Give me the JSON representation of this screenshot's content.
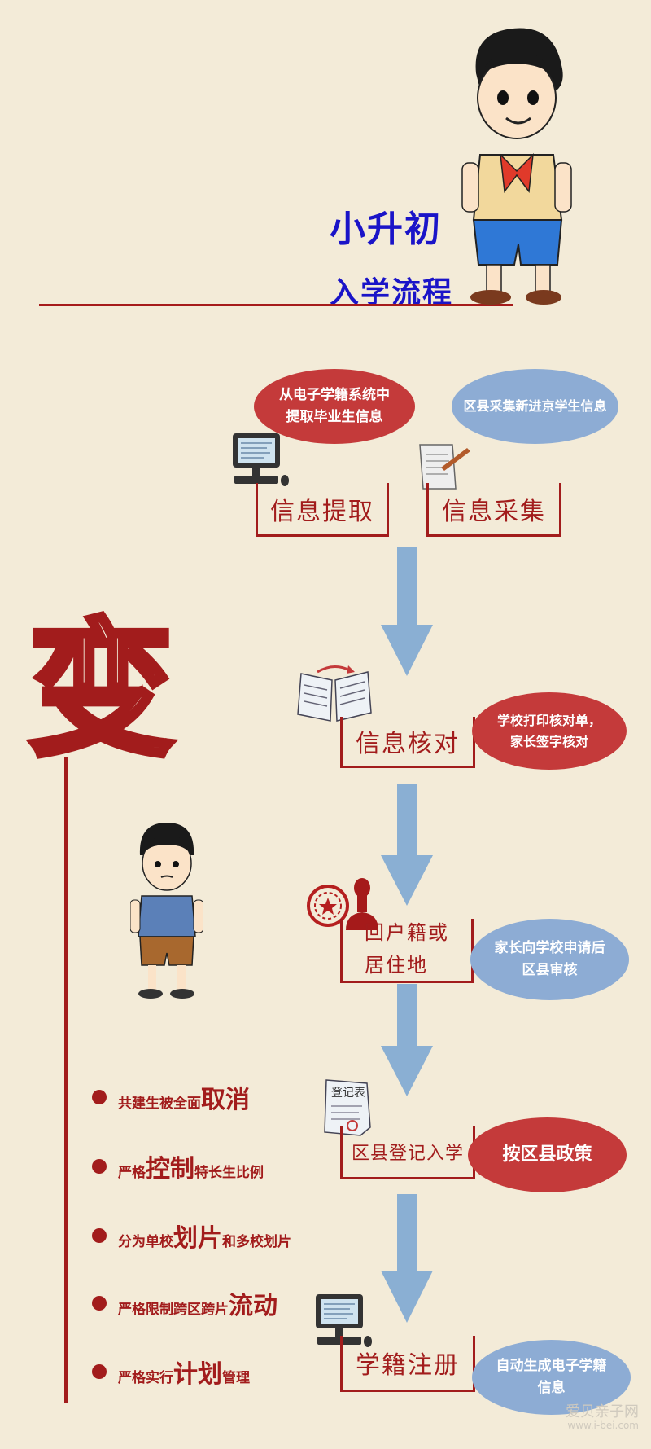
{
  "header": {
    "title_line1": "小升初",
    "title_line2": "入学流程"
  },
  "side_character": "变",
  "steps": [
    {
      "label": "信息提取",
      "note": "从电子学籍系统中\n提取毕业生信息"
    },
    {
      "label": "信息采集",
      "note": "区县采集新进京学生信息"
    },
    {
      "label": "信息核对",
      "note": "学校打印核对单，\n家长签字核对"
    },
    {
      "label": "回户籍或\n居住地",
      "note": "家长向学校申请后\n区县审核"
    },
    {
      "label": "区县登记入学",
      "note": "按区县政策"
    },
    {
      "label": "学籍注册",
      "note": "自动生成电子学籍\n信息"
    }
  ],
  "registration_form_label": "登记表",
  "changes": [
    {
      "pre": "共建生被全面",
      "key": "取消",
      "post": ""
    },
    {
      "pre": "严格",
      "key": "控制",
      "post": "特长生比例"
    },
    {
      "pre": "分为单校",
      "key": "划片",
      "post": "和多校划片"
    },
    {
      "pre": "严格限制跨区跨片",
      "key": "流动",
      "post": ""
    },
    {
      "pre": "严格实行",
      "key": "计划",
      "post": "管理"
    }
  ],
  "watermark": {
    "line1": "爱贝亲子网",
    "line2": "www.i-bei.com"
  },
  "colors": {
    "background": "#f3ebd8",
    "dark_red": "#a21c1c",
    "red": "#c43a3a",
    "blue": "#8dacd4",
    "title_blue": "#1a14c8",
    "arrow": "#8aafd3"
  }
}
